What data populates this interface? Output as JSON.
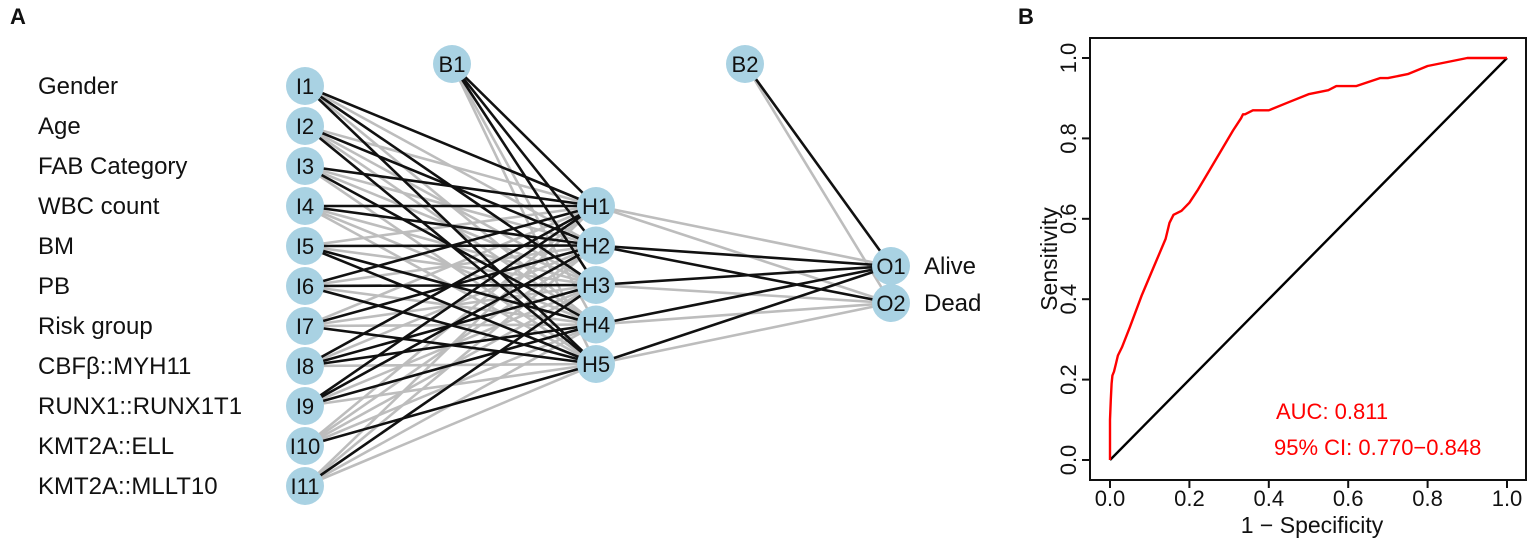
{
  "panels": {
    "a": "A",
    "b": "B"
  },
  "network": {
    "input_labels": [
      "Gender",
      "Age",
      "FAB Category",
      "WBC count",
      "BM",
      "PB",
      "Risk group",
      "CBFβ::MYH11",
      "RUNX1::RUNX1T1",
      "KMT2A::ELL",
      "KMT2A::MLLT10"
    ],
    "input_nodes": [
      "I1",
      "I2",
      "I3",
      "I4",
      "I5",
      "I6",
      "I7",
      "I8",
      "I9",
      "I10",
      "I11"
    ],
    "bias_nodes": [
      "B1",
      "B2"
    ],
    "hidden_nodes": [
      "H1",
      "H2",
      "H3",
      "H4",
      "H5"
    ],
    "output_nodes": [
      "O1",
      "O2"
    ],
    "output_labels": [
      "Alive",
      "Dead"
    ],
    "colors": {
      "node": "#a9d2e3",
      "positive_weight": "#111111",
      "negative_weight": "#bdbdbd"
    },
    "input_hidden_weights": [
      [
        "b",
        "g",
        "b",
        "g",
        "b"
      ],
      [
        "g",
        "b",
        "g",
        "g",
        "b"
      ],
      [
        "b",
        "g",
        "g",
        "b",
        "g"
      ],
      [
        "b",
        "b",
        "g",
        "g",
        "g"
      ],
      [
        "g",
        "b",
        "g",
        "b",
        "b"
      ],
      [
        "b",
        "g",
        "b",
        "g",
        "b"
      ],
      [
        "g",
        "b",
        "g",
        "g",
        "b"
      ],
      [
        "b",
        "g",
        "b",
        "b",
        "g"
      ],
      [
        "b",
        "b",
        "g",
        "b",
        "g"
      ],
      [
        "g",
        "g",
        "g",
        "g",
        "b"
      ],
      [
        "g",
        "g",
        "b",
        "g",
        "g"
      ]
    ],
    "bias1_hidden_weights": [
      "b",
      "b",
      "b",
      "g",
      "g"
    ],
    "hidden_output_weights": [
      [
        "g",
        "g"
      ],
      [
        "b",
        "b"
      ],
      [
        "b",
        "g"
      ],
      [
        "b",
        "g"
      ],
      [
        "b",
        "g"
      ]
    ],
    "bias2_output_weights": [
      "b",
      "g"
    ]
  },
  "chart_data": {
    "type": "line",
    "xlabel": "1 − Specificity",
    "ylabel": "Sensitivity",
    "xlim": [
      0,
      1
    ],
    "ylim": [
      0,
      1
    ],
    "xticks": [
      "0.0",
      "0.2",
      "0.4",
      "0.6",
      "0.8",
      "1.0"
    ],
    "yticks": [
      "0.0",
      "0.2",
      "0.4",
      "0.6",
      "0.8",
      "1.0"
    ],
    "grid": false,
    "series": [
      {
        "color": "#ff0000",
        "x": [
          0.0,
          0.0,
          0.002,
          0.004,
          0.006,
          0.01,
          0.015,
          0.02,
          0.03,
          0.05,
          0.08,
          0.11,
          0.14,
          0.15,
          0.16,
          0.18,
          0.2,
          0.22,
          0.25,
          0.28,
          0.31,
          0.33,
          0.335,
          0.34,
          0.36,
          0.38,
          0.4,
          0.45,
          0.5,
          0.55,
          0.57,
          0.6,
          0.62,
          0.65,
          0.68,
          0.7,
          0.75,
          0.8,
          0.85,
          0.9,
          0.95,
          1.0
        ],
        "y": [
          0.0,
          0.1,
          0.15,
          0.19,
          0.21,
          0.22,
          0.24,
          0.26,
          0.28,
          0.33,
          0.41,
          0.48,
          0.55,
          0.59,
          0.61,
          0.62,
          0.64,
          0.67,
          0.72,
          0.77,
          0.82,
          0.85,
          0.86,
          0.86,
          0.87,
          0.87,
          0.87,
          0.89,
          0.91,
          0.92,
          0.93,
          0.93,
          0.93,
          0.94,
          0.95,
          0.95,
          0.96,
          0.98,
          0.99,
          1.0,
          1.0,
          1.0
        ]
      },
      {
        "color": "#000000",
        "x": [
          0,
          1
        ],
        "y": [
          0,
          1
        ]
      }
    ],
    "annotations": [
      "AUC: 0.811",
      "95% CI: 0.770−0.848"
    ],
    "annotation_color": "#ff0000"
  }
}
